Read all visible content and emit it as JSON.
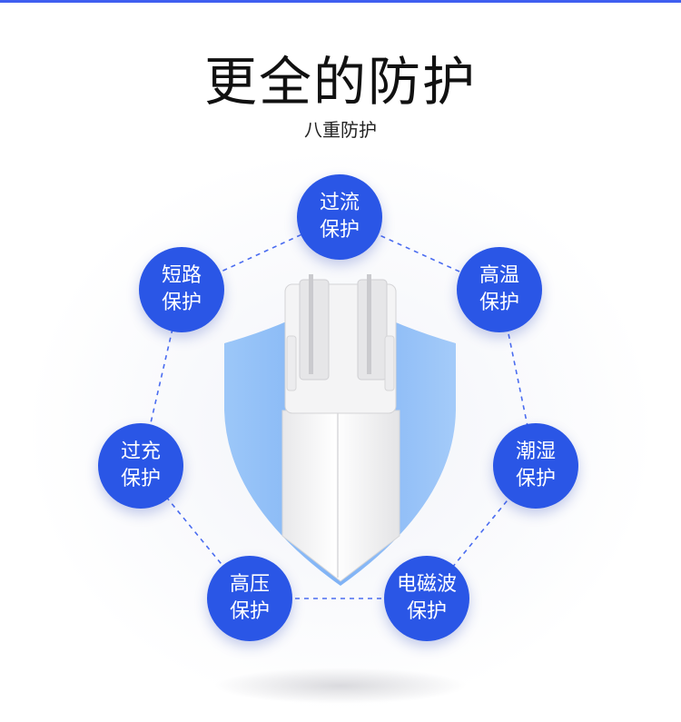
{
  "header": {
    "title": "更全的防护",
    "subtitle": "八重防护"
  },
  "badges": [
    {
      "line1": "过流",
      "line2": "保护"
    },
    {
      "line1": "高温",
      "line2": "保护"
    },
    {
      "line1": "潮湿",
      "line2": "保护"
    },
    {
      "line1": "电磁波",
      "line2": "保护"
    },
    {
      "line1": "高压",
      "line2": "保护"
    },
    {
      "line1": "过充",
      "line2": "保护"
    },
    {
      "line1": "短路",
      "line2": "保护"
    }
  ],
  "colors": {
    "badge": "#2a56e6",
    "shield": "#8fbdf7",
    "dashed_line": "#4a6cf0",
    "top_bar": "#3f5ef0"
  },
  "icons": [
    "shield-icon",
    "charger-illustration"
  ]
}
